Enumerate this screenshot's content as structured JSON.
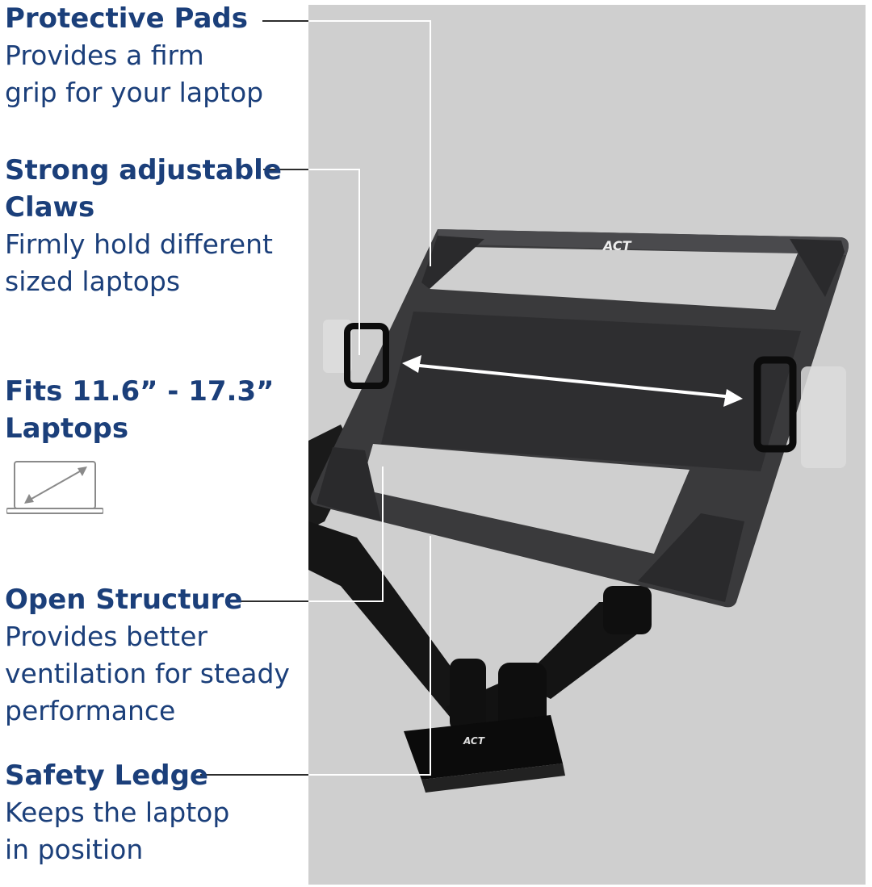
{
  "features": [
    {
      "title": "Protective Pads",
      "desc": [
        "Provides a firm",
        "grip for your laptop"
      ]
    },
    {
      "title": [
        "Strong adjustable",
        "Claws"
      ],
      "desc": [
        "Firmly hold different",
        "sized laptops"
      ]
    },
    {
      "title": [
        "Fits 11.6” - 17.3”",
        "Laptops"
      ],
      "desc": []
    },
    {
      "title": "Open Structure",
      "desc": [
        "Provides better",
        "ventilation for steady",
        "performance"
      ]
    },
    {
      "title": "Safety Ledge",
      "desc": [
        "Keeps the laptop",
        "in position"
      ]
    }
  ],
  "brand": "ACT",
  "colors": {
    "text": "#1b3f7a",
    "panel": "#cfcfcf",
    "tray": "#3d3d3f",
    "arm": "#111111"
  },
  "icons": [
    "laptop-icon",
    "diagonal-arrow-icon",
    "double-arrow-icon"
  ]
}
